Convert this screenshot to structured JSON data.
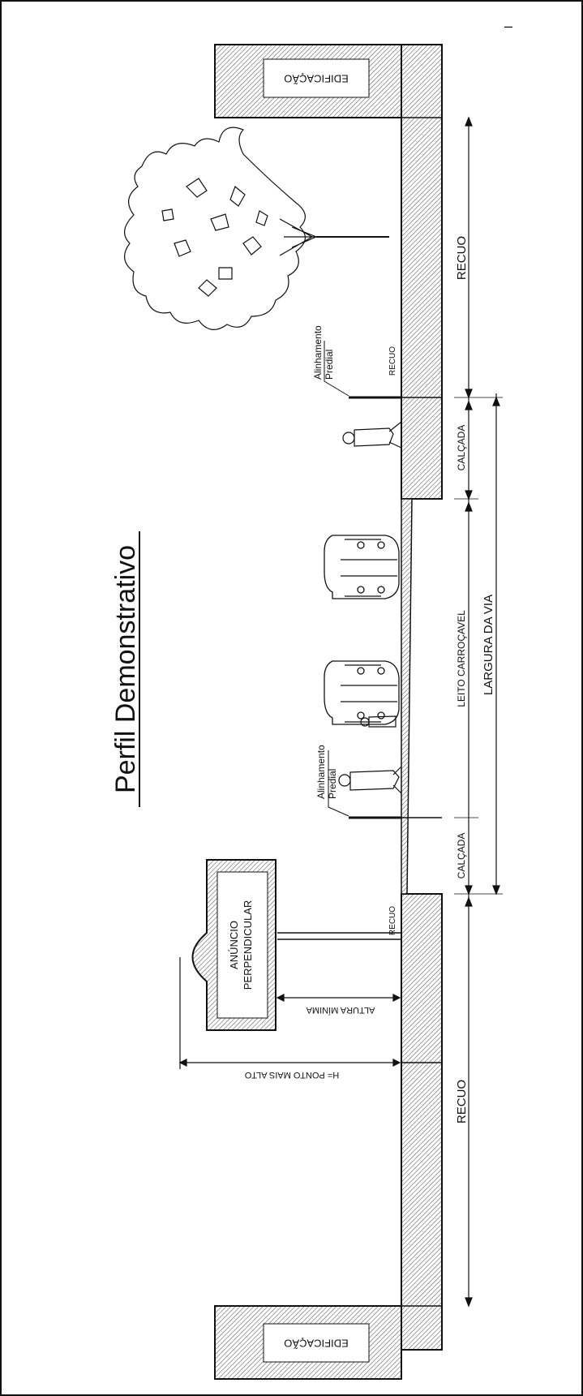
{
  "title": "Perfil Demonstrativo",
  "labels": {
    "edificacao": "EDIFICAÇÃO",
    "recuo": "RECUO",
    "calcada": "CALÇADA",
    "leito_carrocavel": "LEITO CARROÇAVEL",
    "largura_da_via": "LARGURA DA VIA",
    "alinhamento_line1": "Alinhamento",
    "alinhamento_line2": "Predial",
    "anuncio_line1": "ANÚNCIO",
    "anuncio_line2": "PERPENDICULAR",
    "altura_minima": "ALTURA MÍNIMA",
    "ponto_mais_alto": "H= PONTO MAIS ALTO",
    "corner_mark": "–"
  },
  "colors": {
    "ink": "#111111",
    "paper": "#ffffff"
  },
  "icons": [
    "tree-icon",
    "car-icon",
    "pedestrian-icon"
  ]
}
